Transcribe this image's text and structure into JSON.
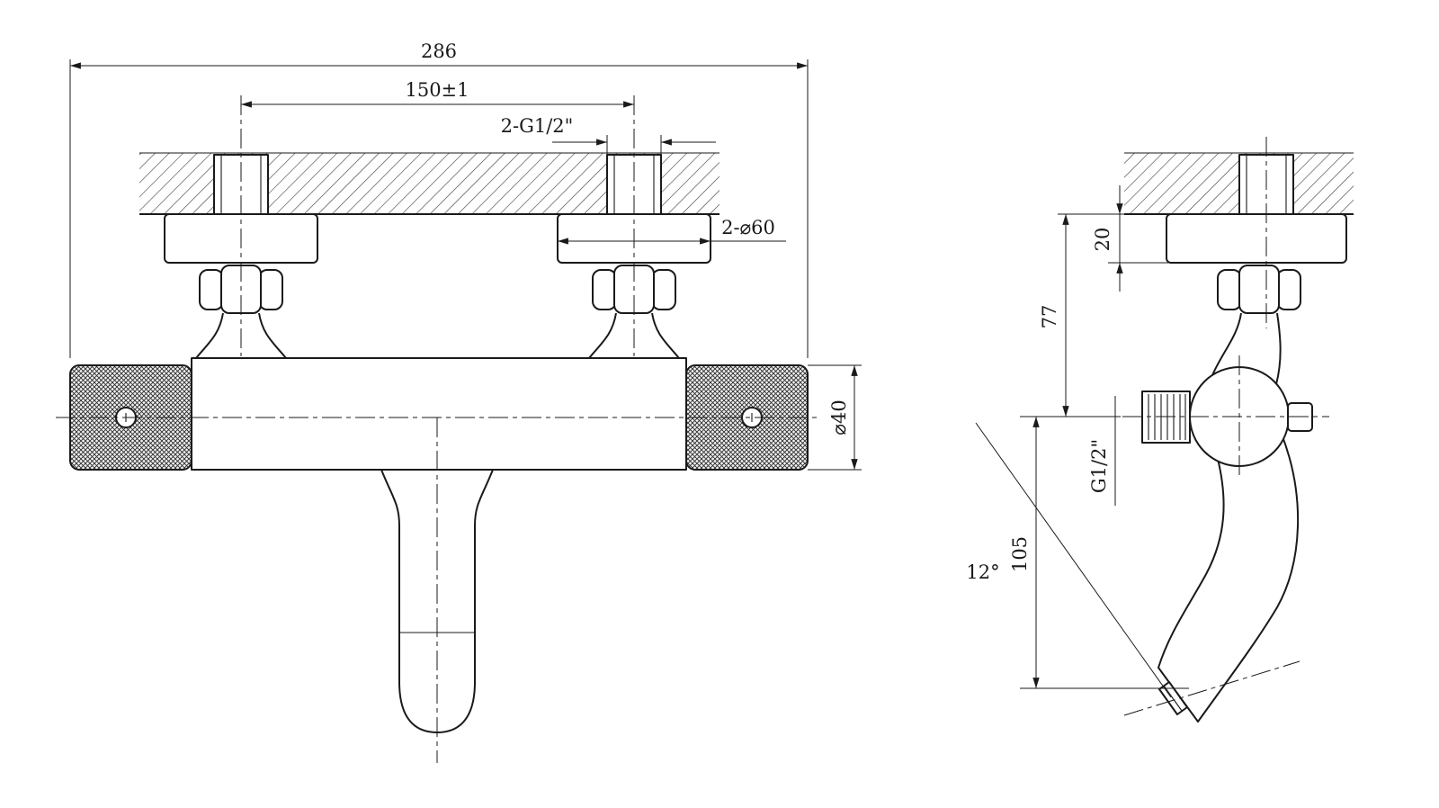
{
  "drawing": {
    "colors": {
      "line": "#1a1a1a",
      "background": "#ffffff",
      "hatch": "#3a3a3a"
    },
    "front_view": {
      "dim_overall_width": "286",
      "dim_inlet_spacing": "150±1",
      "label_inlet_threads": "2-G1/2\"",
      "label_escutcheons": "2-⌀60",
      "dim_body_diameter": "⌀40"
    },
    "side_view": {
      "dim_escutcheon_depth": "20",
      "dim_wall_to_body_axis": "77",
      "label_outlet_thread": "G1/2\"",
      "dim_body_axis_to_outlet": "105",
      "dim_spout_angle": "12°"
    }
  }
}
